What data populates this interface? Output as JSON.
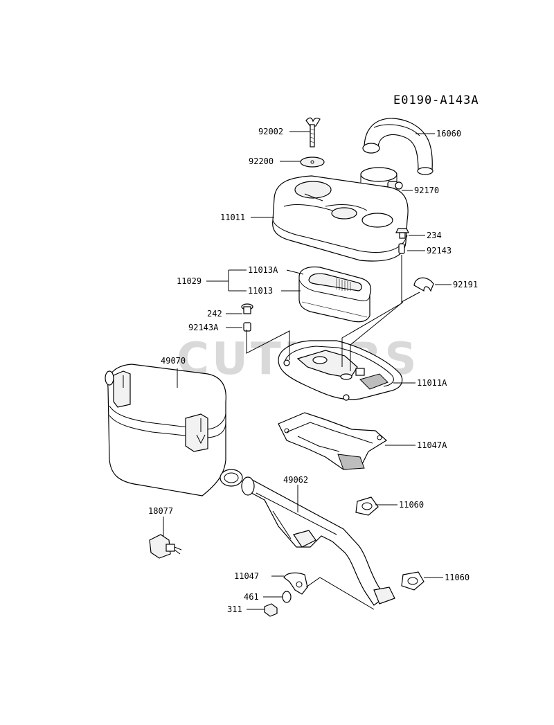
{
  "diagram_code": "E0190-A143A",
  "watermark": "CUTLERS",
  "parts": {
    "p92002": "92002",
    "p16060": "16060",
    "p92200": "92200",
    "p92170": "92170",
    "p11011": "11011",
    "p234": "234",
    "p92143": "92143",
    "p11013A": "11013A",
    "p11029": "11029",
    "p11013": "11013",
    "p92191": "92191",
    "p242": "242",
    "p92143A": "92143A",
    "p49070": "49070",
    "p11011A": "11011A",
    "p11047A": "11047A",
    "p49062": "49062",
    "p11060a": "11060",
    "p18077": "18077",
    "p11047": "11047",
    "p11060b": "11060",
    "p461": "461",
    "p311": "311"
  }
}
